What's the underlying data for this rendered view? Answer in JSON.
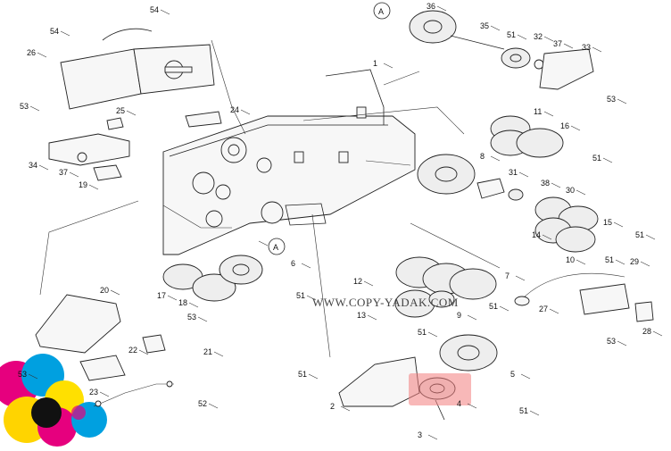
{
  "diagram": {
    "view_marker": "A",
    "watermark": "WWW.COPY-YADAK.COM",
    "highlight_color": "#f27d7d",
    "part_numbers": [
      "54",
      "54",
      "26",
      "53",
      "25",
      "24",
      "34",
      "37",
      "19",
      "36",
      "35",
      "51",
      "32",
      "37",
      "33",
      "53",
      "1",
      "11",
      "16",
      "51",
      "8",
      "31",
      "38",
      "30",
      "15",
      "14",
      "10",
      "51",
      "51",
      "6",
      "17",
      "18",
      "51",
      "12",
      "7",
      "13",
      "9",
      "51",
      "51",
      "29",
      "27",
      "28",
      "53",
      "20",
      "53",
      "21",
      "22",
      "23",
      "52",
      "51",
      "2",
      "3",
      "4",
      "5",
      "51",
      "53"
    ]
  }
}
